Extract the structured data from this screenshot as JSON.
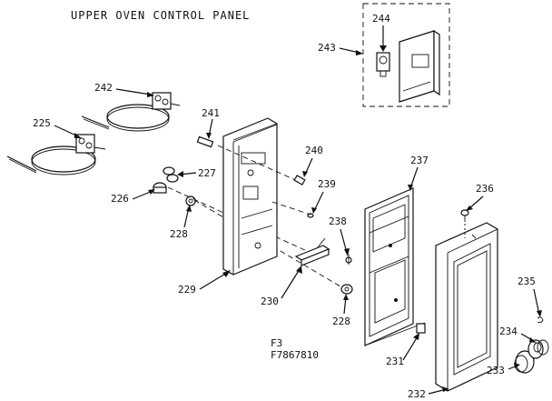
{
  "title": "UPPER OVEN CONTROL PANEL",
  "figure_ref": [
    "F3",
    "F7867810"
  ],
  "labels": {
    "l225": "225",
    "l226": "226",
    "l227": "227",
    "l228a": "228",
    "l228b": "228",
    "l229": "229",
    "l230": "230",
    "l231": "231",
    "l232": "232",
    "l233": "233",
    "l234": "234",
    "l235": "235",
    "l236": "236",
    "l237": "237",
    "l238": "238",
    "l239": "239",
    "l240": "240",
    "l241": "241",
    "l242": "242",
    "l243": "243",
    "l244": "244"
  }
}
